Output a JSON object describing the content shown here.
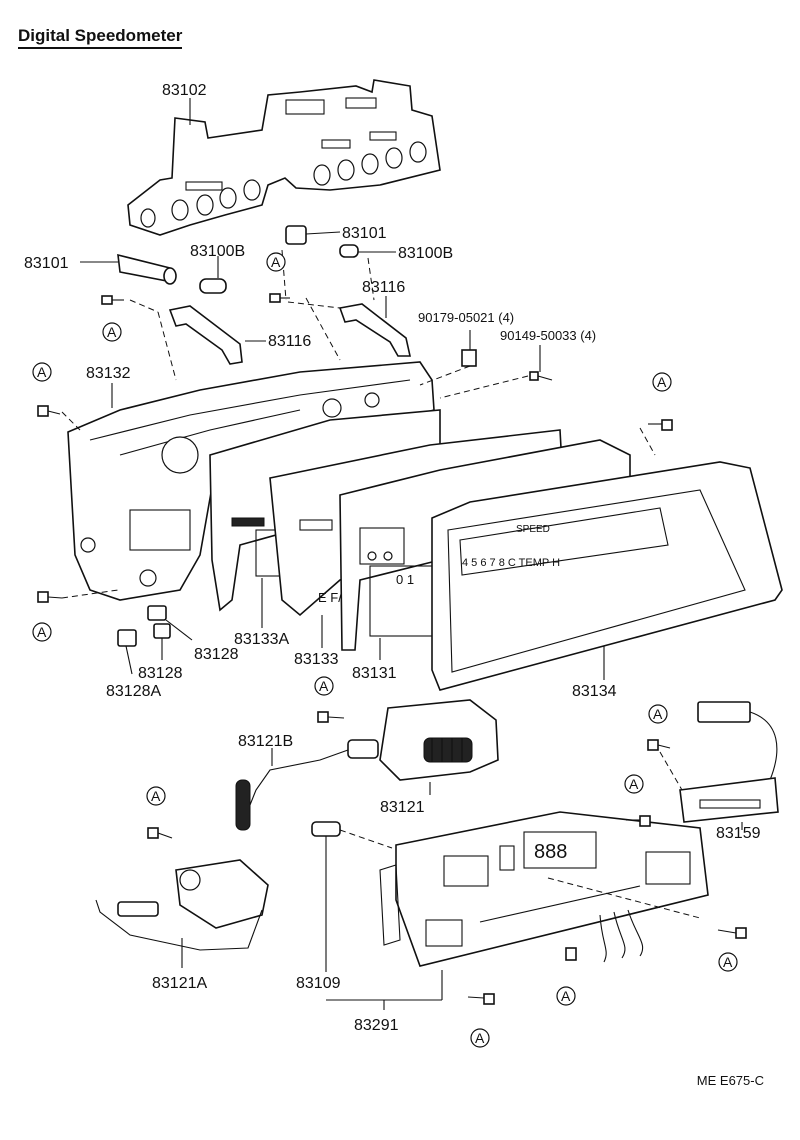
{
  "title": "Digital Speedometer",
  "footer_code": "ME  E675-C",
  "mark_label": "A",
  "dial_text": {
    "speed": "SPEED",
    "scale": "4  5  6  7  8   C  TEMP H",
    "gear": "E  F/R",
    "odo": "0  1"
  },
  "part_labels": {
    "p83102": "83102",
    "p83101_top": "83101",
    "p83101_left": "83101",
    "p83100b_left": "83100B",
    "p83100b_right": "83100B",
    "p83116_top": "83116",
    "p83116_mid": "83116",
    "p90179": "90179-05021 (4)",
    "p90149": "90149-50033 (4)",
    "p83132": "83132",
    "p83133a": "83133A",
    "p83133": "83133",
    "p83131": "83131",
    "p83134": "83134",
    "p83128_a": "83128",
    "p83128_b": "83128",
    "p83128a": "83128A",
    "p83121b": "83121B",
    "p83121": "83121",
    "p83121a": "83121A",
    "p83159": "83159",
    "p83109": "83109",
    "p83291": "83291"
  }
}
